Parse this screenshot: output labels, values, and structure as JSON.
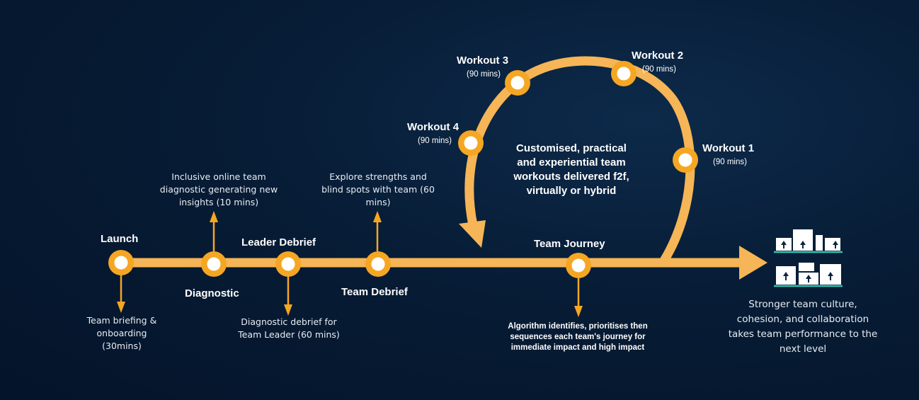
{
  "colors": {
    "track": "#f6b556",
    "node_ring": "#f5a623",
    "node_center": "#ffffff",
    "arrow": "#f5a623",
    "background": "#071c35",
    "icon_line": "#2ec4b6"
  },
  "milestones": {
    "launch": {
      "title": "Launch",
      "description": "Team briefing &\nonboarding (30mins)"
    },
    "diagnostic": {
      "title": "Diagnostic",
      "description": "Inclusive online team\ndiagnostic generating new\ninsights (10 mins)"
    },
    "leader_debrief": {
      "title": "Leader Debrief",
      "description": "Diagnostic debrief for\nTeam Leader (60 mins)"
    },
    "team_debrief": {
      "title": "Team Debrief",
      "description": "Explore strengths and\nblind spots with team (60\nmins)"
    },
    "team_journey": {
      "title": "Team Journey",
      "description": "Algorithm identifies, prioritises then\nsequences each team's  journey for\nimmediate impact and high impact"
    }
  },
  "workouts": {
    "w1": {
      "title": "Workout 1",
      "duration": "(90 mins)"
    },
    "w2": {
      "title": "Workout 2",
      "duration": "(90 mins)"
    },
    "w3": {
      "title": "Workout 3",
      "duration": "(90 mins)"
    },
    "w4": {
      "title": "Workout 4",
      "duration": "(90 mins)"
    }
  },
  "loop_text": "Customised, practical\nand experiential team\nworkouts delivered f2f,\nvirtually or hybrid",
  "outcome_text": "Stronger team culture,\ncohesion, and collaboration\ntakes team performance to the\nnext level"
}
